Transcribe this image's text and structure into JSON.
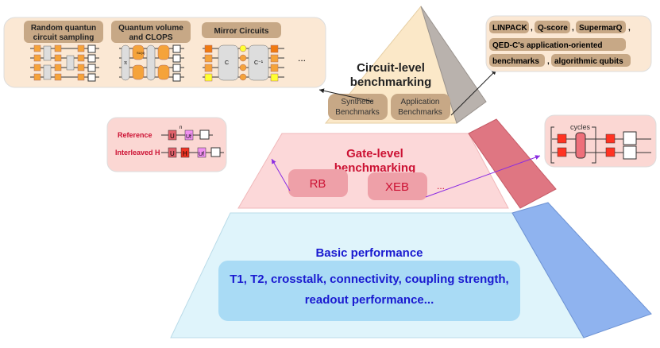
{
  "circuit_level": {
    "title_line1": "Circuit-level",
    "title_line2": "benchmarking",
    "synthetic": [
      "Synthetic",
      "Benchmarks"
    ],
    "application": [
      "Application",
      "Benchmarks"
    ],
    "left_box": {
      "rcs": [
        "Random quantun",
        "circuit sampling"
      ],
      "qv": [
        "Quantum volume",
        "and CLOPS"
      ],
      "mirror": "Mirror Circuits",
      "su4": "SU(4)",
      "pi": "π",
      "c": "C",
      "cinv": "C⁻¹",
      "ellipsis": "..."
    },
    "right_box": {
      "items": [
        "LINPACK",
        ",",
        "Q-score",
        ",",
        "SupermarQ",
        ",",
        "QED-C's application-oriented",
        "benchmarks",
        ",",
        "algorithmic qubits"
      ]
    }
  },
  "gate_level": {
    "title_line1": "Gate-level",
    "title_line2": "benchmarking",
    "rb": "RB",
    "xeb": "XEB",
    "ellipsis": "...",
    "left_box": {
      "reference": "Reference",
      "interleaved": "Interleaved H",
      "u": "U",
      "uf": "Uf",
      "h": "H",
      "n": "n"
    },
    "right_box": {
      "cycles": "cycles"
    }
  },
  "basic": {
    "title": "Basic  performance",
    "line1": "T1, T2, crosstalk, connectivity, coupling strength,",
    "line2": "readout performance..."
  },
  "colors": {
    "title_red": "#cc1133",
    "blue": "#1a1ad0",
    "arrow": "#8a2be2"
  }
}
